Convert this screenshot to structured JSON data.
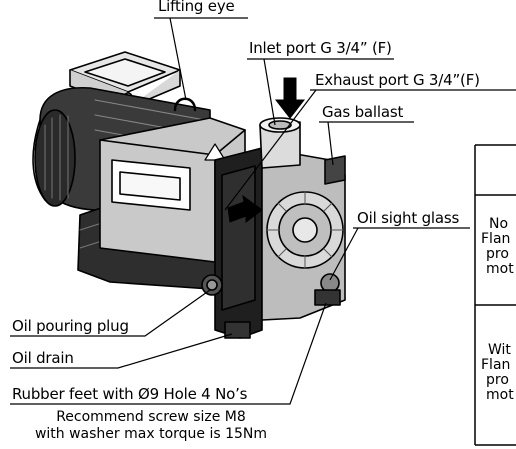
{
  "labels": {
    "lifting_eye": "Lifting eye",
    "inlet_port": "Inlet port G 3/4” (F)",
    "exhaust_port": "Exhaust port G 3/4”(F)",
    "gas_ballast": "Gas ballast",
    "oil_sight_glass": "Oil sight glass",
    "oil_pouring_plug": "Oil pouring plug",
    "oil_drain": "Oil drain",
    "rubber_feet": "Rubber feet with Ø9 Hole 4 No’s"
  },
  "notes": {
    "line1": "Recommend screw size M8",
    "line2": "with washer max torque is 15Nm"
  },
  "table": {
    "row1": [
      "No",
      "Flan",
      "pro",
      "mot"
    ],
    "row2": [
      "Wit",
      "Flan",
      "pro",
      "mot"
    ]
  }
}
